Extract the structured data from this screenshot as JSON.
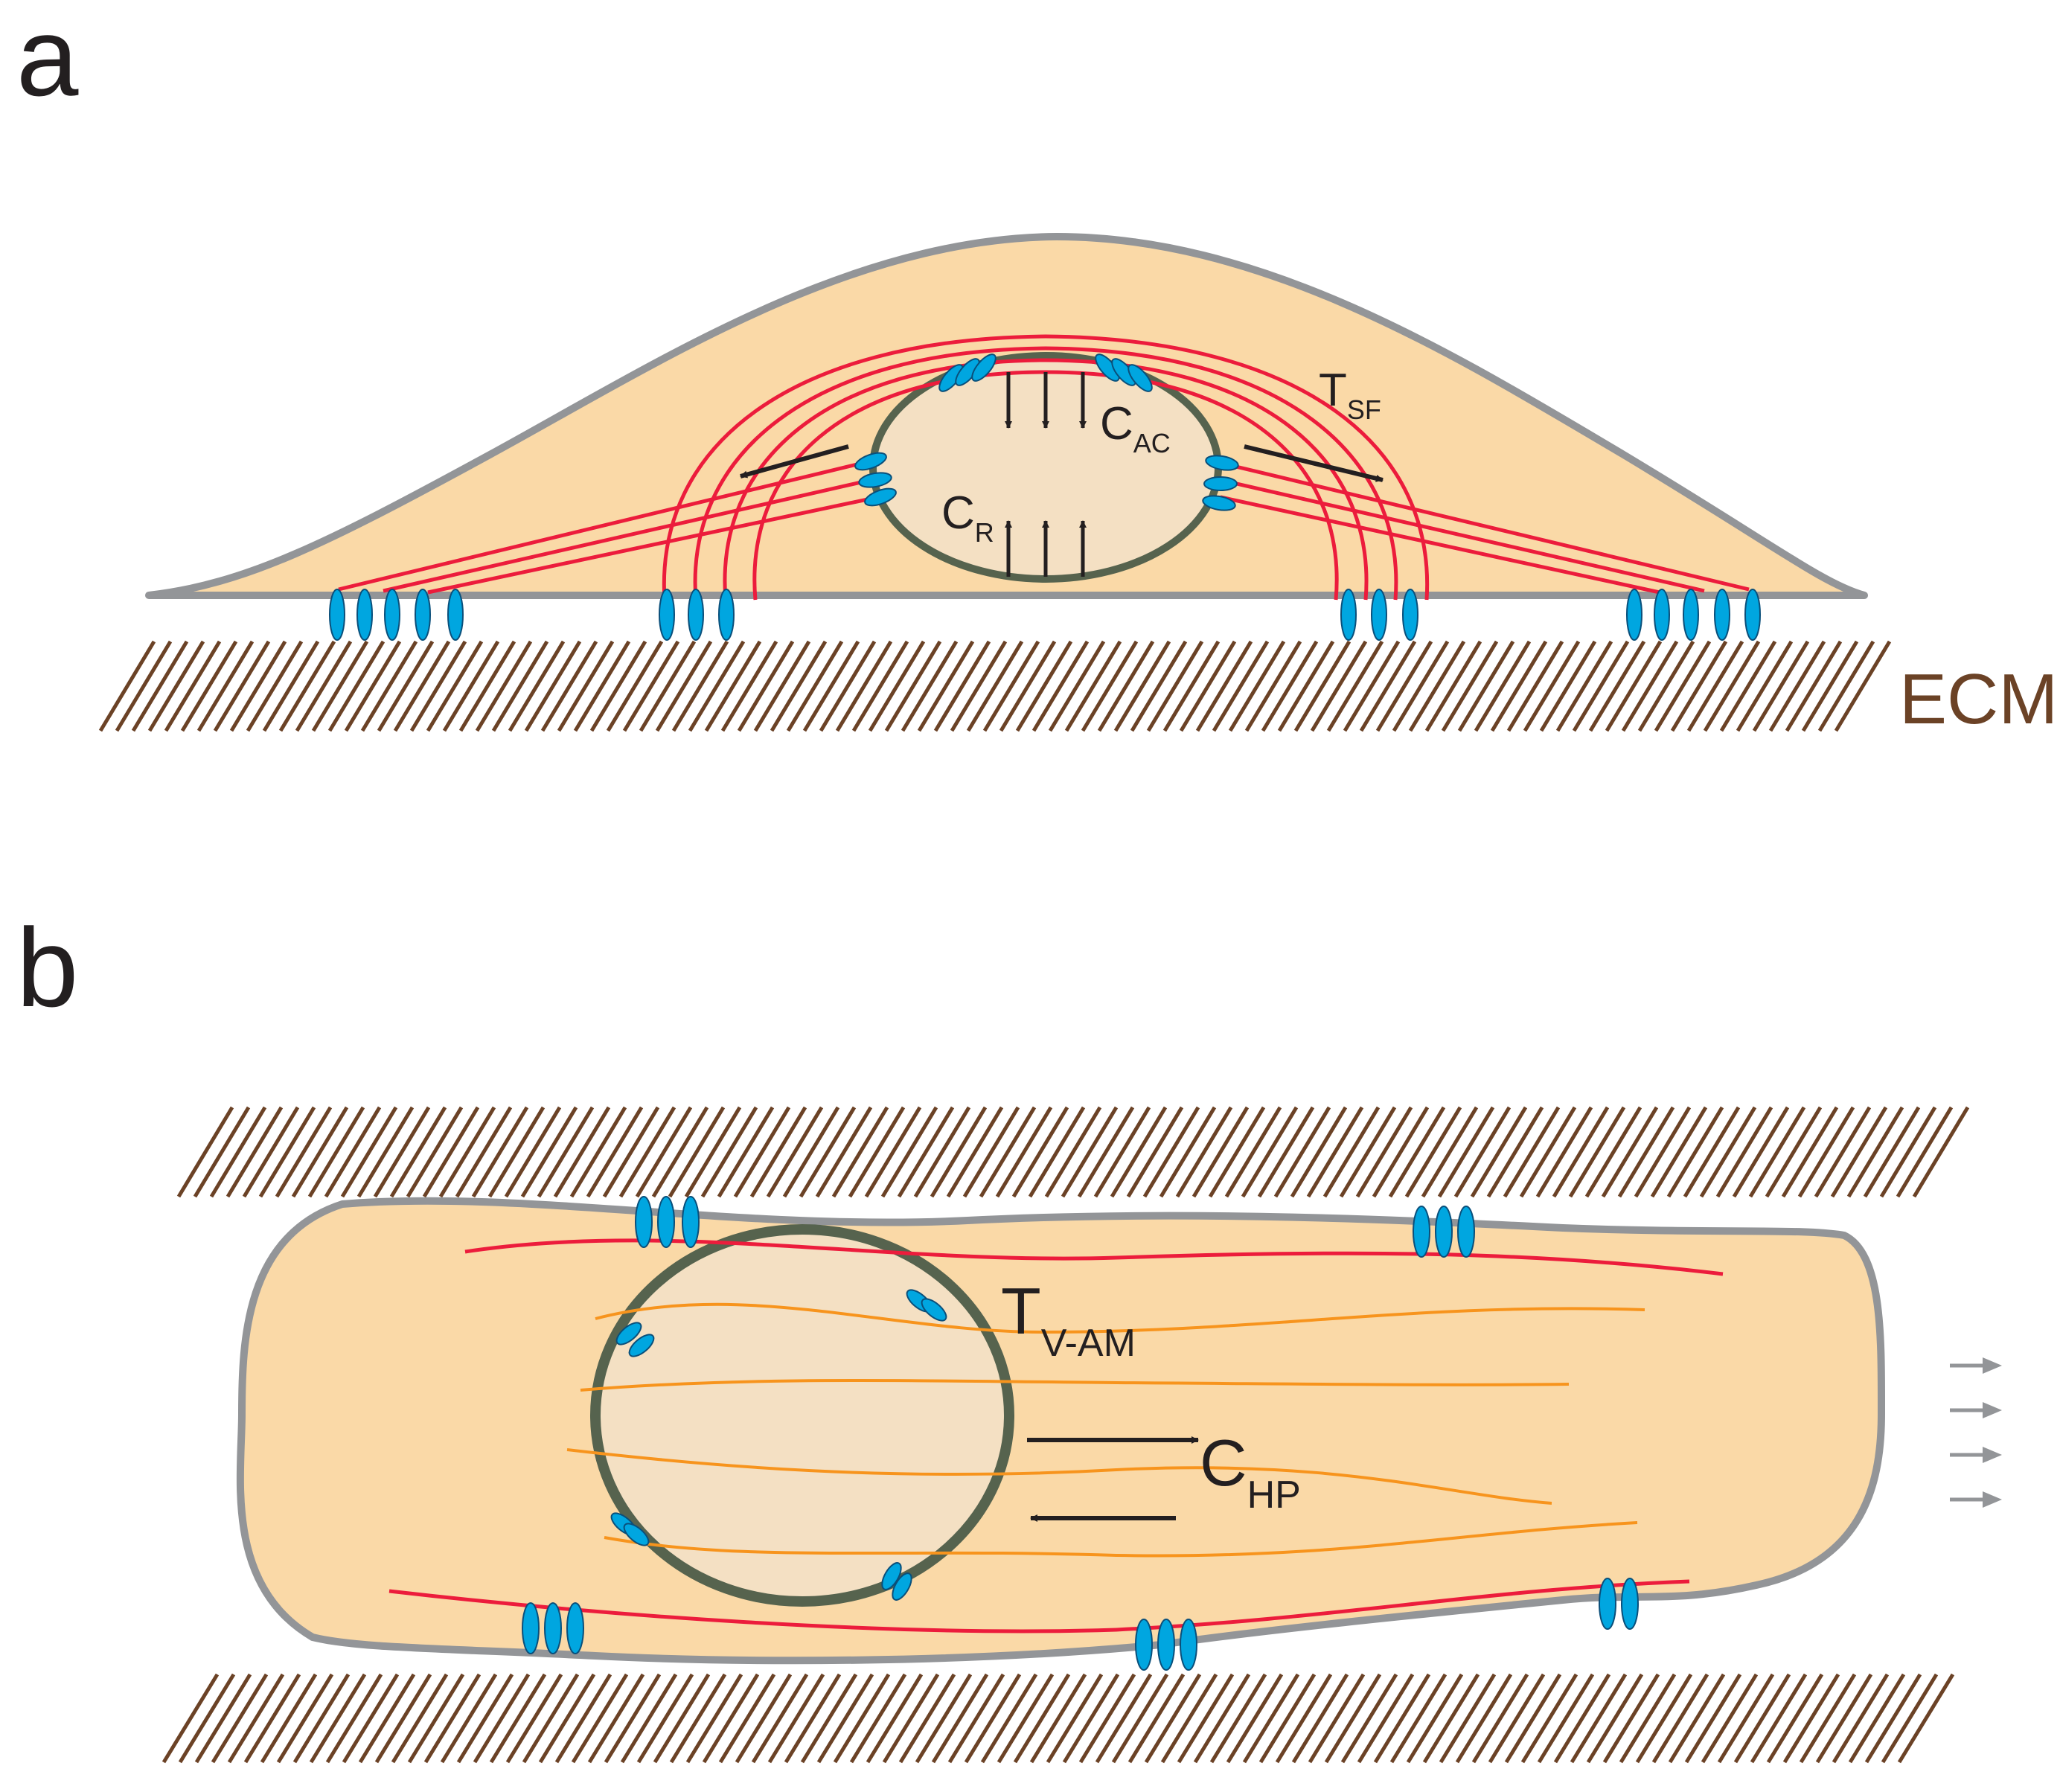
{
  "figure": {
    "panels": [
      {
        "id": "a",
        "letter": "a",
        "view": "side"
      },
      {
        "id": "b",
        "letter": "b",
        "view": "top"
      }
    ]
  },
  "labels": {
    "ecm": "ECM",
    "c_ac": {
      "main": "C",
      "sub": "AC"
    },
    "c_r": {
      "main": "C",
      "sub": "R"
    },
    "t_sf": {
      "main": "T",
      "sub": "SF"
    },
    "t_vam": {
      "main": "T",
      "sub": "V-AM"
    },
    "c_hp": {
      "main": "C",
      "sub": "HP"
    }
  },
  "colors": {
    "cytoplasm": "#fad9a7",
    "nucleus_fill": "#f4e0c3",
    "nucleus_outline": "#56634e",
    "membrane": "#939598",
    "stress_fiber": "#ec1c3c",
    "vimentin": "#f7941d",
    "adhesion": "#00a6e0",
    "ecm": "#6b4226",
    "arrow": "#231f20",
    "flow_arrow": "#939598"
  }
}
